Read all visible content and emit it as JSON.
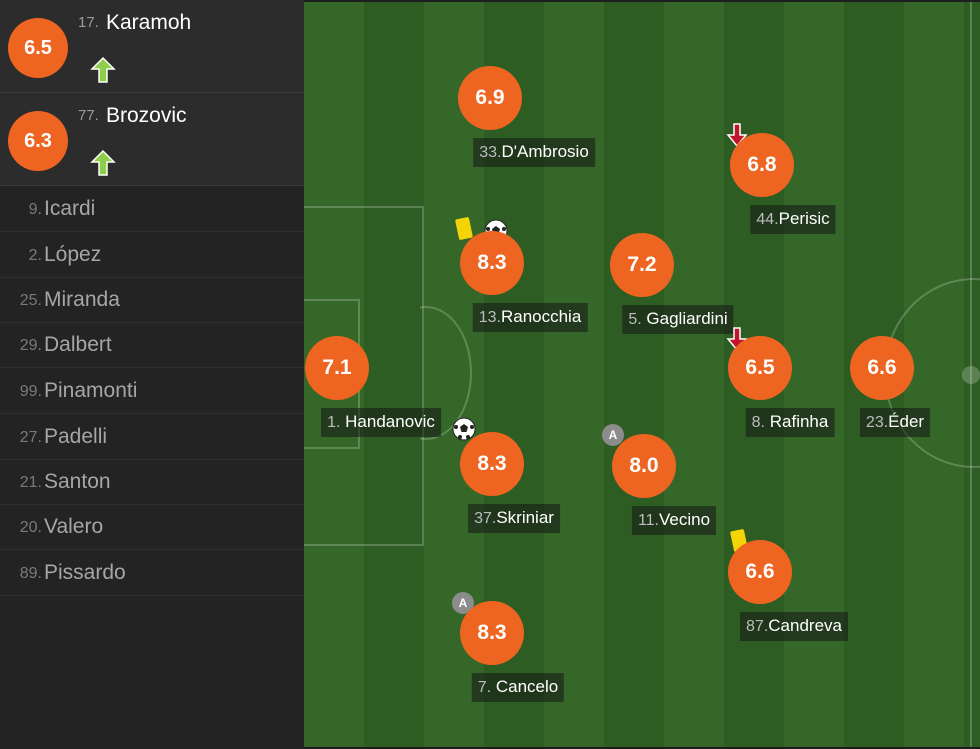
{
  "substitutes_on": [
    {
      "number": "17.",
      "name": "Karamoh",
      "rating": "6.5",
      "icon": "arrow-up-icon"
    },
    {
      "number": "77.",
      "name": "Brozovic",
      "rating": "6.3",
      "icon": "arrow-up-icon"
    }
  ],
  "bench": [
    {
      "number": "9.",
      "name": "Icardi"
    },
    {
      "number": "2.",
      "name": "López"
    },
    {
      "number": "25.",
      "name": "Miranda"
    },
    {
      "number": "29.",
      "name": "Dalbert"
    },
    {
      "number": "99.",
      "name": "Pinamonti"
    },
    {
      "number": "27.",
      "name": "Padelli"
    },
    {
      "number": "21.",
      "name": "Santon"
    },
    {
      "number": "20.",
      "name": "Valero"
    },
    {
      "number": "89.",
      "name": "Pissardo"
    }
  ],
  "players": [
    {
      "number": "1.",
      "name": "Handanovic",
      "rating": "7.1",
      "events": []
    },
    {
      "number": "33.",
      "name": "D'Ambrosio",
      "rating": "6.9",
      "events": []
    },
    {
      "number": "13.",
      "name": "Ranocchia",
      "rating": "8.3",
      "events": [
        "yellow-card",
        "goal"
      ]
    },
    {
      "number": "37.",
      "name": "Skriniar",
      "rating": "8.3",
      "events": [
        "goal"
      ]
    },
    {
      "number": "7.",
      "name": "Cancelo",
      "rating": "8.3",
      "events": [
        "assist"
      ]
    },
    {
      "number": "5.",
      "name": "Gagliardini",
      "rating": "7.2",
      "events": []
    },
    {
      "number": "11.",
      "name": "Vecino",
      "rating": "8.0",
      "events": [
        "assist"
      ]
    },
    {
      "number": "44.",
      "name": "Perisic",
      "rating": "6.8",
      "events": [
        "substituted-off"
      ]
    },
    {
      "number": "8.",
      "name": "Rafinha",
      "rating": "6.5",
      "events": [
        "substituted-off"
      ]
    },
    {
      "number": "87.",
      "name": "Candreva",
      "rating": "6.6",
      "events": [
        "yellow-card"
      ]
    },
    {
      "number": "23.",
      "name": "Éder",
      "rating": "6.6",
      "events": []
    }
  ],
  "event_icons": {
    "assist_letter": "A"
  },
  "colors": {
    "rating_badge": "#ee6521",
    "pitch_dark": "#2e5d23",
    "pitch_light": "#346728",
    "yellow_card": "#f4d406",
    "sub_on_arrow": "#8fce4a",
    "sub_off_arrow": "#c0152a"
  }
}
